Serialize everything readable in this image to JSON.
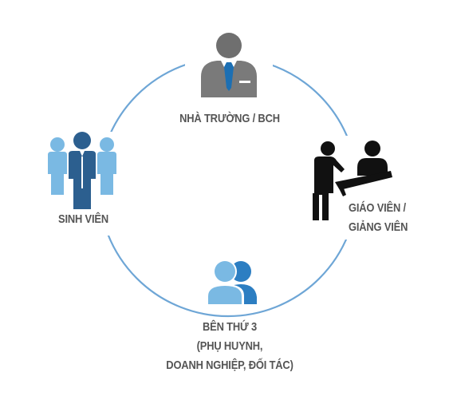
{
  "colors": {
    "ring": "#6ea6d6",
    "gray_dark": "#6f6f6f",
    "gray_light": "#7a7a7a",
    "tie_blue": "#1c6fb3",
    "blue_dark": "#2c5f8f",
    "blue_light": "#7ab9e3",
    "blue_mid": "#3a8ed3",
    "black": "#111111",
    "text": "#555555"
  },
  "icons": {
    "school": "businessman-icon",
    "students": "students-group-icon",
    "teachers": "teacher-desk-icon",
    "third_party": "two-people-icon"
  },
  "nodes": {
    "school": {
      "lines": [
        "NHÀ TRƯỜNG / BCH"
      ]
    },
    "students": {
      "lines": [
        "SINH VIÊN"
      ]
    },
    "teachers": {
      "lines": [
        "GIÁO VIÊN /",
        "GIẢNG VIÊN"
      ]
    },
    "third_party": {
      "lines": [
        "BÊN THỨ 3",
        "(PHỤ HUYNH,",
        "DOANH NGHIỆP, ĐỐI TÁC)"
      ]
    }
  }
}
